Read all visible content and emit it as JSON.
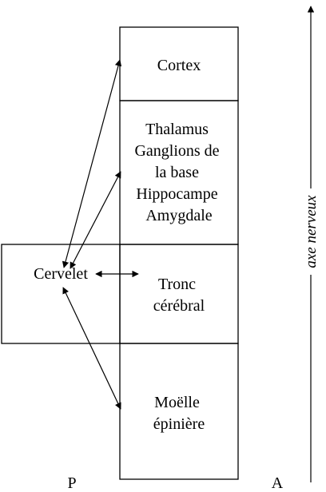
{
  "boxes": {
    "cortex": {
      "lines": [
        "Cortex"
      ]
    },
    "thalamus": {
      "lines": [
        "Thalamus",
        "Ganglions de",
        "la base",
        "Hippocampe",
        "Amygdale"
      ]
    },
    "tronc": {
      "lines": [
        "Tronc",
        "cérébral"
      ]
    },
    "moelle": {
      "lines": [
        "Moëlle",
        "épinière"
      ]
    },
    "cervelet": {
      "lines": [
        "Cervelet"
      ]
    }
  },
  "axis": {
    "label": "axe nerveux"
  },
  "orientation": {
    "posterior": "P",
    "anterior": "A"
  }
}
